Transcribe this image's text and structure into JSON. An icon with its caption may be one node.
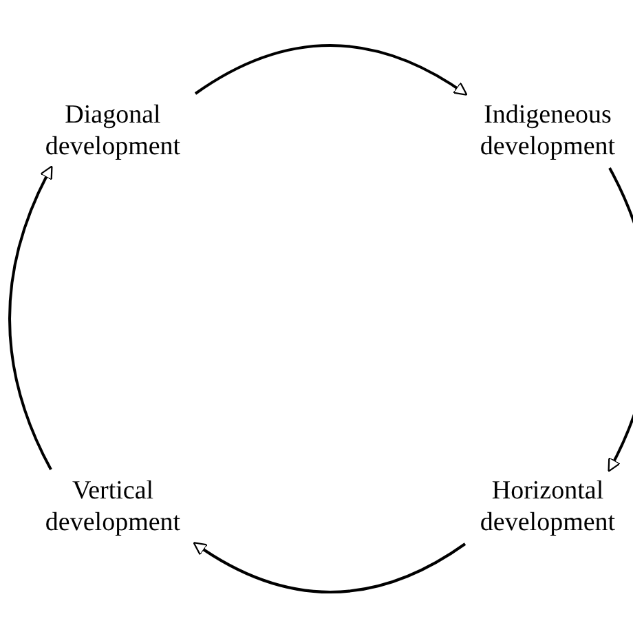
{
  "diagram": {
    "nodes": [
      {
        "text": [
          "Diagonal development"
        ]
      },
      {
        "text": [
          "Indigeneous development"
        ]
      },
      {
        "text": [
          "Horizontal development"
        ]
      },
      {
        "text": [
          "Vertical development"
        ]
      }
    ],
    "edges": [
      {
        "from": 0,
        "to": 1,
        "arrow": "to"
      },
      {
        "from": 1,
        "to": 2,
        "arrow": "to"
      },
      {
        "from": 2,
        "to": 3,
        "arrow": "to"
      },
      {
        "from": 3,
        "to": 0,
        "arrow": "to"
      }
    ]
  }
}
